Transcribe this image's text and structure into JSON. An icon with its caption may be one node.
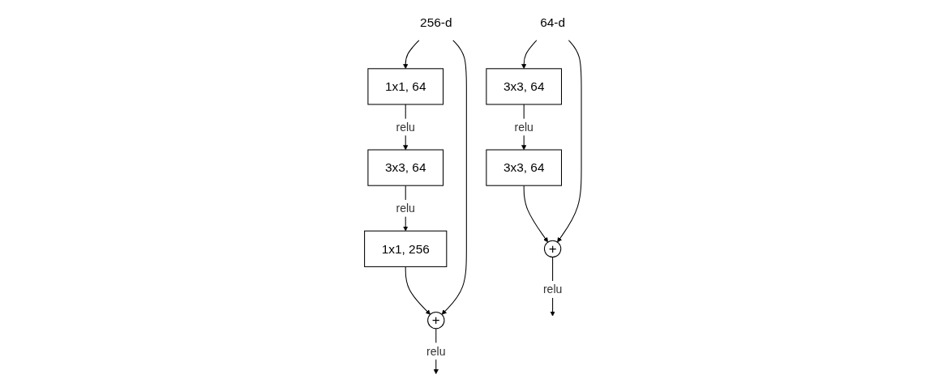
{
  "diagram": {
    "nodes": [
      {
        "text": [
          "64-d"
        ]
      },
      {
        "text": [
          "3x3, 64"
        ]
      },
      {
        "text": [
          "3x3, 64"
        ]
      },
      {
        "text": [
          "+"
        ]
      },
      {
        "text": [
          "256-d"
        ]
      },
      {
        "text": [
          "1x1, 64"
        ]
      },
      {
        "text": [
          "3x3, 64"
        ]
      },
      {
        "text": [
          "1x1, 256"
        ]
      },
      {
        "text": [
          "+"
        ]
      }
    ],
    "edges": [
      {
        "from": 0,
        "to": 1,
        "arrow": "to"
      },
      {
        "from": 1,
        "to": 2,
        "arrow": "to",
        "label": "relu"
      },
      {
        "from": 2,
        "to": 3,
        "arrow": "to"
      },
      {
        "from": 0,
        "to": 3,
        "arrow": "to"
      },
      {
        "from": 3,
        "to": null,
        "arrow": "to",
        "label": "relu"
      },
      {
        "from": 4,
        "to": 5,
        "arrow": "to"
      },
      {
        "from": 5,
        "to": 6,
        "arrow": "to",
        "label": "relu"
      },
      {
        "from": 6,
        "to": 7,
        "arrow": "to",
        "label": "relu"
      },
      {
        "from": 7,
        "to": 8,
        "arrow": "to"
      },
      {
        "from": 4,
        "to": 8,
        "arrow": "to"
      },
      {
        "from": 8,
        "to": null,
        "arrow": "to",
        "label": "relu"
      }
    ]
  }
}
